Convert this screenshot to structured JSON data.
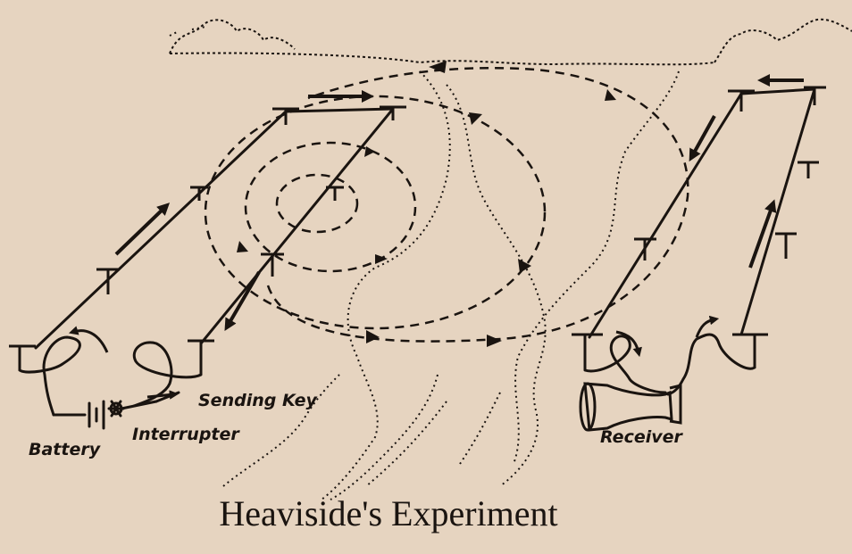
{
  "caption": "Heaviside's Experiment",
  "labels": {
    "battery": "Battery",
    "interrupter": "Interrupter",
    "sending_key": "Sending Key",
    "receiver": "Receiver"
  },
  "colors": {
    "background": "#e6d4c0",
    "ink": "#1a1410"
  }
}
